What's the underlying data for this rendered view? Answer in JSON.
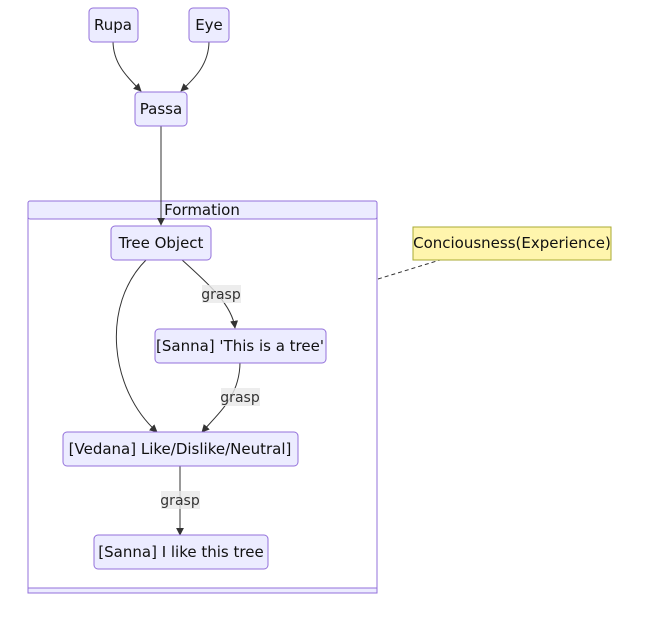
{
  "diagram": {
    "nodes": {
      "rupa": "Rupa",
      "eye": "Eye",
      "passa": "Passa",
      "tree_object": "Tree Object",
      "sanna_tree": "[Sanna] 'This is a tree'",
      "vedana": "[Vedana] Like/Dislike/Neutral]",
      "sanna_like": "[Sanna] I like this tree"
    },
    "cluster": {
      "title": "Formation"
    },
    "note": {
      "text": "Conciousness(Experience)"
    },
    "edge_labels": {
      "tree_to_sanna": "grasp",
      "sanna_to_vedana": "grasp",
      "vedana_to_sanna_like": "grasp"
    },
    "colors": {
      "node_fill": "#ECECFF",
      "node_stroke": "#9370DB",
      "note_fill": "#fff5ad",
      "note_stroke": "#aaaa33",
      "edge": "#333333"
    }
  }
}
